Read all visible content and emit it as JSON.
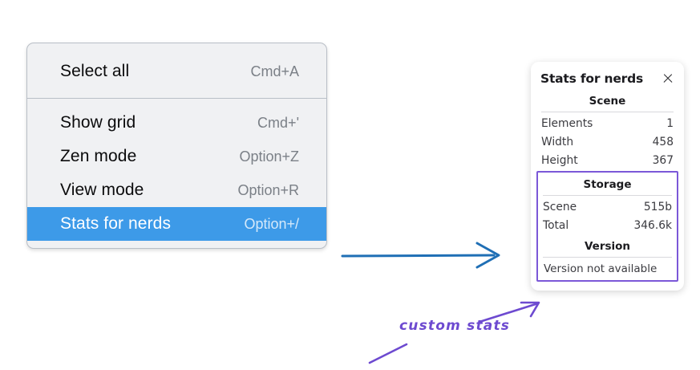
{
  "context_menu": {
    "groups": [
      {
        "items": [
          {
            "label": "Select all",
            "shortcut": "Cmd+A",
            "selected": false
          }
        ]
      },
      {
        "items": [
          {
            "label": "Show grid",
            "shortcut": "Cmd+'",
            "selected": false
          },
          {
            "label": "Zen mode",
            "shortcut": "Option+Z",
            "selected": false
          },
          {
            "label": "View mode",
            "shortcut": "Option+R",
            "selected": false
          },
          {
            "label": "Stats for nerds",
            "shortcut": "Option+/",
            "selected": true
          }
        ]
      }
    ],
    "highlight_color": "#3d9ae8"
  },
  "stats_panel": {
    "title": "Stats for nerds",
    "close_icon": "close-icon",
    "scene": {
      "heading": "Scene",
      "rows": [
        {
          "label": "Elements",
          "value": "1"
        },
        {
          "label": "Width",
          "value": "458"
        },
        {
          "label": "Height",
          "value": "367"
        }
      ]
    },
    "storage": {
      "heading": "Storage",
      "rows": [
        {
          "label": "Scene",
          "value": "515b"
        },
        {
          "label": "Total",
          "value": "346.6k"
        }
      ]
    },
    "version": {
      "heading": "Version",
      "note": "Version not available"
    },
    "highlight_border_color": "#7b58d8"
  },
  "annotations": {
    "caption": "custom stats",
    "caption_color": "#6d4ad0",
    "arrow_color": "#1f6fb5"
  }
}
